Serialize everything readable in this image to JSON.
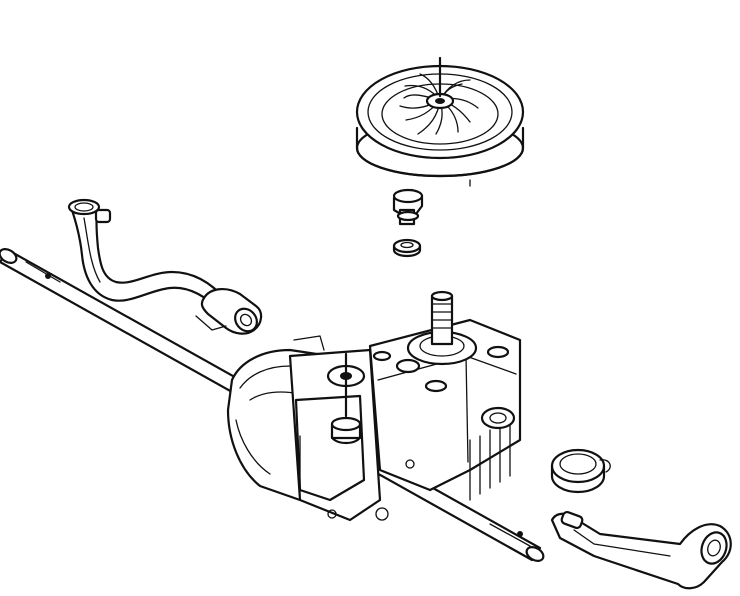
{
  "diagram": {
    "background": "#ffffff",
    "line_color": "#111111",
    "parts": [
      {
        "name": "fan-pulley",
        "icon": "pulley-icon"
      },
      {
        "name": "pulley-bolt",
        "icon": "bolt-icon"
      },
      {
        "name": "washer",
        "icon": "washer-icon"
      },
      {
        "name": "breather-tube",
        "icon": "tube-icon"
      },
      {
        "name": "hose-clamp-small",
        "icon": "clamp-icon"
      },
      {
        "name": "axle-shaft",
        "icon": "shaft-icon"
      },
      {
        "name": "transaxle-housing",
        "icon": "housing-icon"
      },
      {
        "name": "input-shaft",
        "icon": "shaft-icon"
      },
      {
        "name": "spring-clamp",
        "icon": "clamp-icon"
      },
      {
        "name": "control-arm",
        "icon": "lever-icon"
      }
    ]
  }
}
